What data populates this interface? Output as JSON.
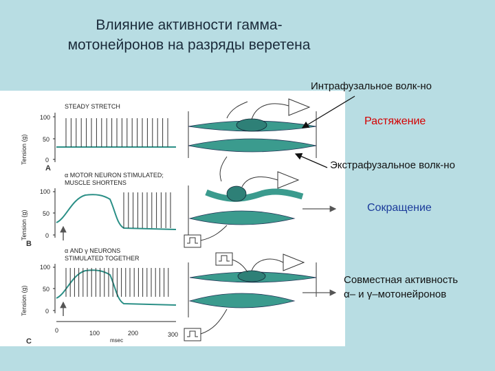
{
  "slide": {
    "title_line1": "Влияние активности гамма-",
    "title_line2": "мотонейронов на разряды веретена"
  },
  "annotations": {
    "intrafusal": "Интрафузальное волк-но",
    "stretch": "Растяжение",
    "extrafusal": "Экстрафузальное волк-но",
    "contraction": "Сокращение",
    "joint_line1": "Совместная активность",
    "joint_line2": "α– и γ–мотонейронов"
  },
  "figure": {
    "y_axis_label": "Tension (g)",
    "x_unit": "msec",
    "x_ticks": [
      "0",
      "100",
      "200",
      "300"
    ],
    "panels": [
      {
        "letter": "A",
        "caption_line1": "STEADY STRETCH",
        "caption_line2": "",
        "y_ticks": [
          "100",
          "50",
          "0"
        ]
      },
      {
        "letter": "B",
        "caption_line1": "α MOTOR NEURON STIMULATED;",
        "caption_line2": "MUSCLE SHORTENS",
        "y_ticks": [
          "100",
          "50",
          "0"
        ]
      },
      {
        "letter": "C",
        "caption_line1": "α AND γ NEURONS",
        "caption_line2": "STIMULATED TOGETHER",
        "y_ticks": [
          "100",
          "50",
          "0"
        ]
      }
    ]
  },
  "colors": {
    "background": "#b8dde3",
    "trace": "#2a8f86",
    "fiber": "#3b9b8e",
    "red_label": "#d40000",
    "blue_label": "#1a3a9a"
  }
}
